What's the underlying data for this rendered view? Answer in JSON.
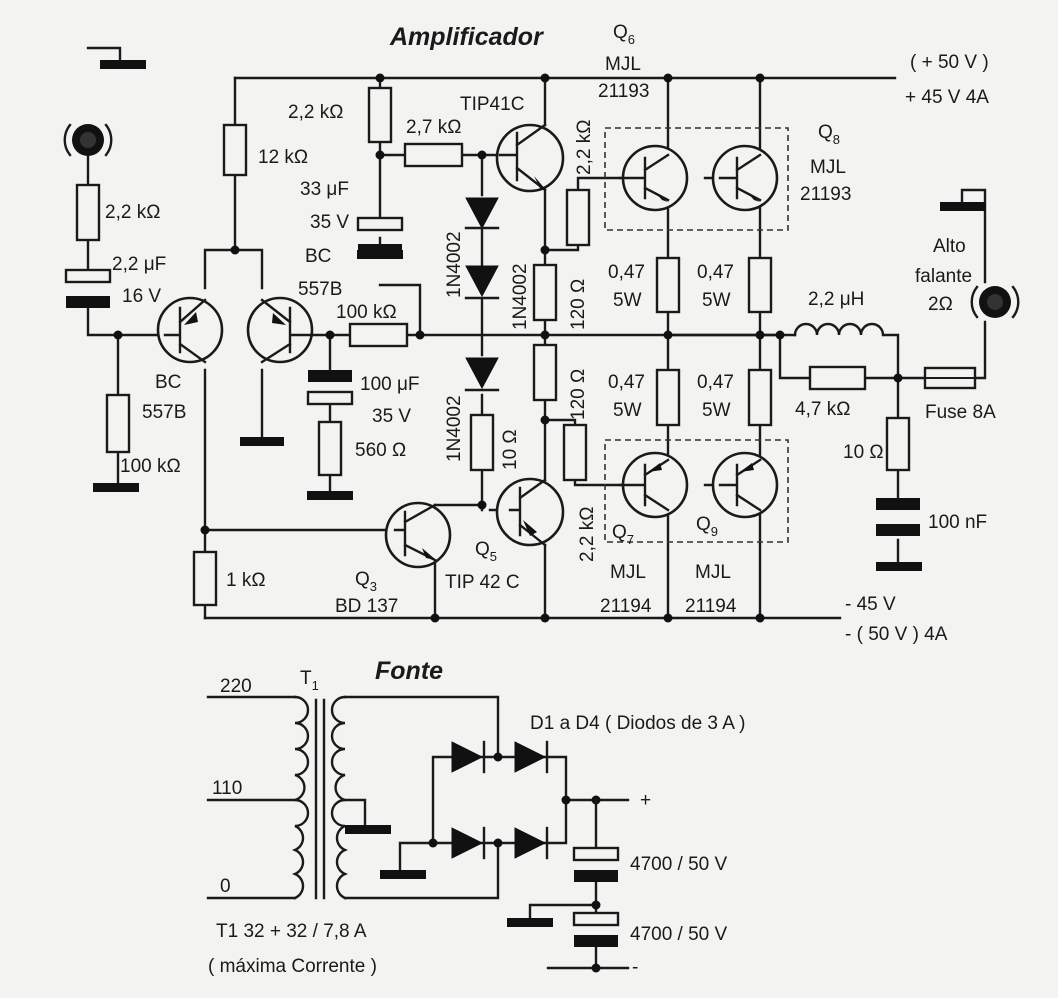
{
  "titles": {
    "amplifier": "Amplificador",
    "power_supply": "Fonte"
  },
  "rails": {
    "positive_nominal": "( + 50 V )",
    "positive_actual": "+ 45 V 4A",
    "negative_actual": "- 45 V",
    "negative_nominal": "- ( 50 V ) 4A"
  },
  "input_stage": {
    "r_input": "2,2 kΩ",
    "c_input_value": "2,2 μF",
    "c_input_voltage": "16 V",
    "q1_type_line1": "BC",
    "q1_type_line2": "557B",
    "r_bias": "100 kΩ",
    "r_collector": "12 kΩ",
    "q2_type_line1": "BC",
    "q2_type_line2": "557B",
    "r_emitter": "1 kΩ"
  },
  "feedback": {
    "r_top": "2,2 kΩ",
    "c_boot_value": "33 μF",
    "c_boot_voltage": "35 V",
    "r_feedback": "100 kΩ",
    "c_fb_value": "100 μF",
    "c_fb_voltage": "35 V",
    "r_fb_ground": "560 Ω"
  },
  "driver": {
    "r_base_q4": "2,7 kΩ",
    "q4_type": "TIP41C",
    "diode_1": "1N4002",
    "diode_2": "1N4002",
    "diode_3": "1N4002",
    "r_upper": "120 Ω",
    "r_lower": "120 Ω",
    "r_diode_chain": "10 Ω",
    "q3_label": "Q",
    "q3_sub": "3",
    "q3_type": "BD 137",
    "q5_label": "Q",
    "q5_sub": "5",
    "q5_type": "TIP 42 C",
    "r_base_upper": "2,2 kΩ",
    "r_base_lower": "2,2 kΩ"
  },
  "output": {
    "q6_label": "Q",
    "q6_sub": "6",
    "q6_type_line1": "MJL",
    "q6_type_line2": "21193",
    "q8_label": "Q",
    "q8_sub": "8",
    "q8_type_line1": "MJL",
    "q8_type_line2": "21193",
    "q7_label": "Q",
    "q7_sub": "7",
    "q7_type_line1": "MJL",
    "q7_type_line2": "21194",
    "q9_label": "Q",
    "q9_sub": "9",
    "q9_type_line1": "MJL",
    "q9_type_line2": "21194",
    "re_value": "0,47",
    "re_power": "5W",
    "inductor": "2,2 μH",
    "r_parallel": "4,7 kΩ",
    "zobel_r": "10 Ω",
    "zobel_c": "100 nF",
    "fuse": "Fuse 8A",
    "speaker_line1": "Alto",
    "speaker_line2": "falante",
    "speaker_impedance": "2Ω"
  },
  "supply": {
    "tap_220": "220",
    "tap_110": "110",
    "tap_0": "0",
    "transformer_label": "T",
    "transformer_sub": "1",
    "diodes_note": "D1 a D4 ( Diodos de 3 A )",
    "plus": "+",
    "minus": "-",
    "cap_upper": "4700 / 50 V",
    "cap_lower": "4700 / 50 V",
    "transformer_spec": "T1 32 + 32 / 7,8 A",
    "transformer_note": "( máxima Corrente )"
  }
}
